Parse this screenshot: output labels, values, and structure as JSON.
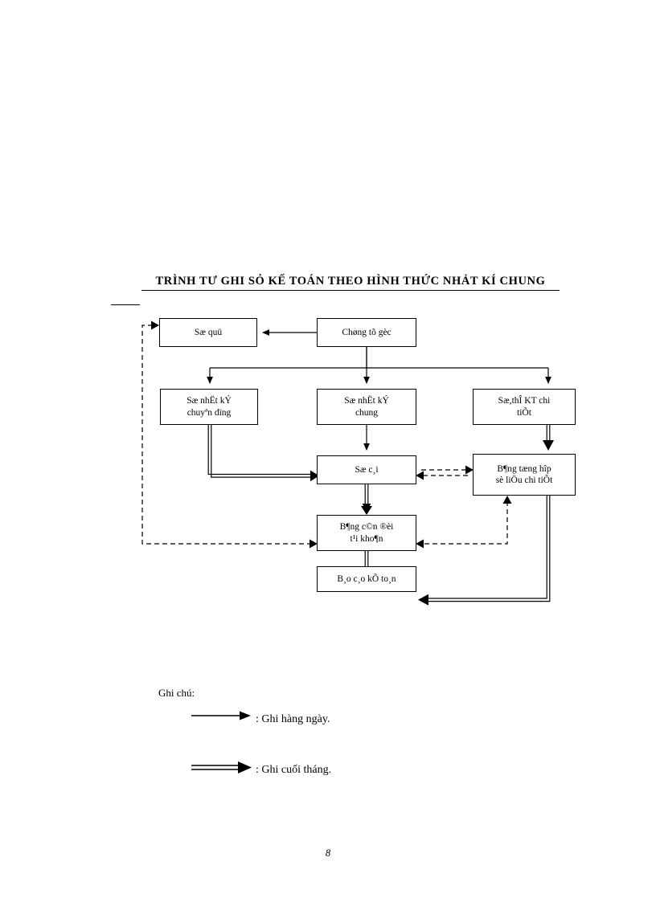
{
  "document": {
    "title": "TRÌNH TƯ GHI SỎ KẾ TOÁN THEO HÌNH THỨC NHẢT KÍ CHUNG",
    "page_number": "8"
  },
  "flowchart": {
    "nodes": [
      {
        "id": "chung-tu-goc",
        "label_line1": "Chøng tõ gèc",
        "label_line2": ""
      },
      {
        "id": "so-quy",
        "label_line1": "Sæ quü",
        "label_line2": ""
      },
      {
        "id": "so-nhat-ky-chuyen",
        "label_line1": "Sæ nhËt kÝ",
        "label_line2": "chuyªn dïng"
      },
      {
        "id": "so-nhat-ky-chung",
        "label_line1": "Sæ nhËt kÝ",
        "label_line2": "chung"
      },
      {
        "id": "so-the-kt-chi-tiet",
        "label_line1": "Sæ,thÎ KT chi",
        "label_line2": "tiÕt"
      },
      {
        "id": "so-cai",
        "label_line1": "Sæ c¸i",
        "label_line2": ""
      },
      {
        "id": "bang-tong-hop",
        "label_line1": "B¶ng tæng hîp",
        "label_line2": "sè liÖu  chi tiÕt"
      },
      {
        "id": "bang-can-doi",
        "label_line1": "B¶ng c©n ®èi",
        "label_line2": "t¹i kho¶n"
      },
      {
        "id": "bao-cao-ke-toan",
        "label_line1": "B¸o c¸o kÕ to¸n",
        "label_line2": ""
      }
    ]
  },
  "legend": {
    "title": "Ghi chú:",
    "items": [
      {
        "arrow": "single-arrow-icon",
        "label": ": Ghi hàng ngày."
      },
      {
        "arrow": "double-arrow-icon",
        "label": ": Ghi cuối tháng."
      }
    ]
  },
  "colors": {
    "ink": "#000000",
    "paper": "#ffffff"
  }
}
